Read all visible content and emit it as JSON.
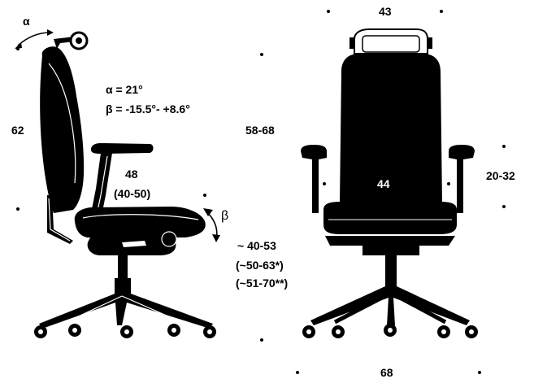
{
  "side_view": {
    "headrest_angle": "α",
    "angle_alpha": "α = 21°",
    "angle_beta": "β = -15.5°- +8.6°",
    "backrest_height": "62",
    "seat_depth": "48",
    "seat_depth_range": "(40-50)",
    "seat_tilt": "β",
    "seat_height": "~ 40-53",
    "seat_height_alt1": "(~50-63*)",
    "seat_height_alt2": "(~51-70**)"
  },
  "front_view": {
    "headrest_width": "43",
    "overall_height": "58-68",
    "seat_width": "44",
    "armrest_height": "20-32",
    "base_width": "68"
  },
  "colors": {
    "ink": "#000000",
    "paper": "#ffffff"
  }
}
